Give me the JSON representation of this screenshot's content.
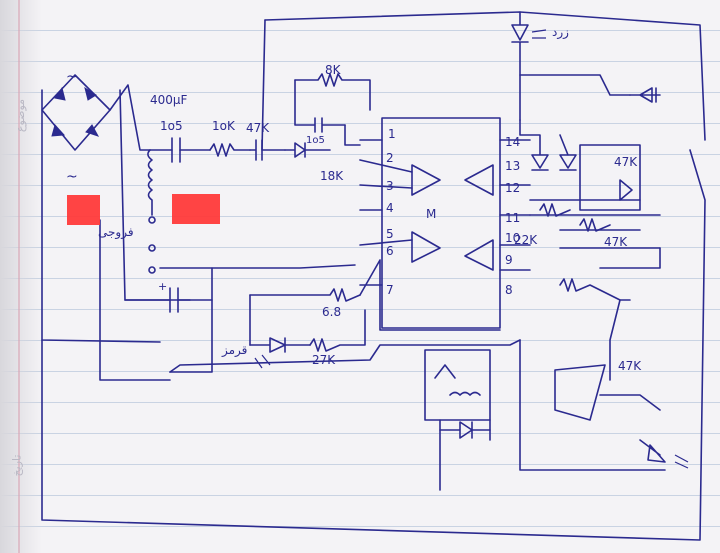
{
  "diagram": {
    "bridge_marks": [
      "~",
      "~"
    ],
    "capacitor_value": "400µF",
    "capacitor_label": "1o5",
    "resistor_1k": "1oK",
    "resistor_47k_a": "47K",
    "resistor_8k": "8K",
    "cap_1o5": "1o5",
    "resistor_18k": "18K",
    "resistor_47k_b": "47K",
    "resistor_22k": "22K",
    "resistor_47k_c": "47K",
    "resistor_6_8": "6.8",
    "output_label": "فروجی",
    "led_top_label": "زرد",
    "led_red_label": "قرمز",
    "resistor_47k_d": "47K",
    "resistor_27k": "27K",
    "pin_labels": [
      "1",
      "2",
      "3",
      "4",
      "5",
      "6",
      "7",
      "8",
      "9",
      "10",
      "11",
      "12",
      "13",
      "14"
    ],
    "ic_pin_m": "M",
    "pot_label": "~",
    "corner_label": "تاریخ",
    "corner_label2": "موضوع"
  },
  "colors": {
    "ink": "#2b2a8f",
    "paper": "#f4f3f6",
    "redaction": "#ff3a3a"
  }
}
